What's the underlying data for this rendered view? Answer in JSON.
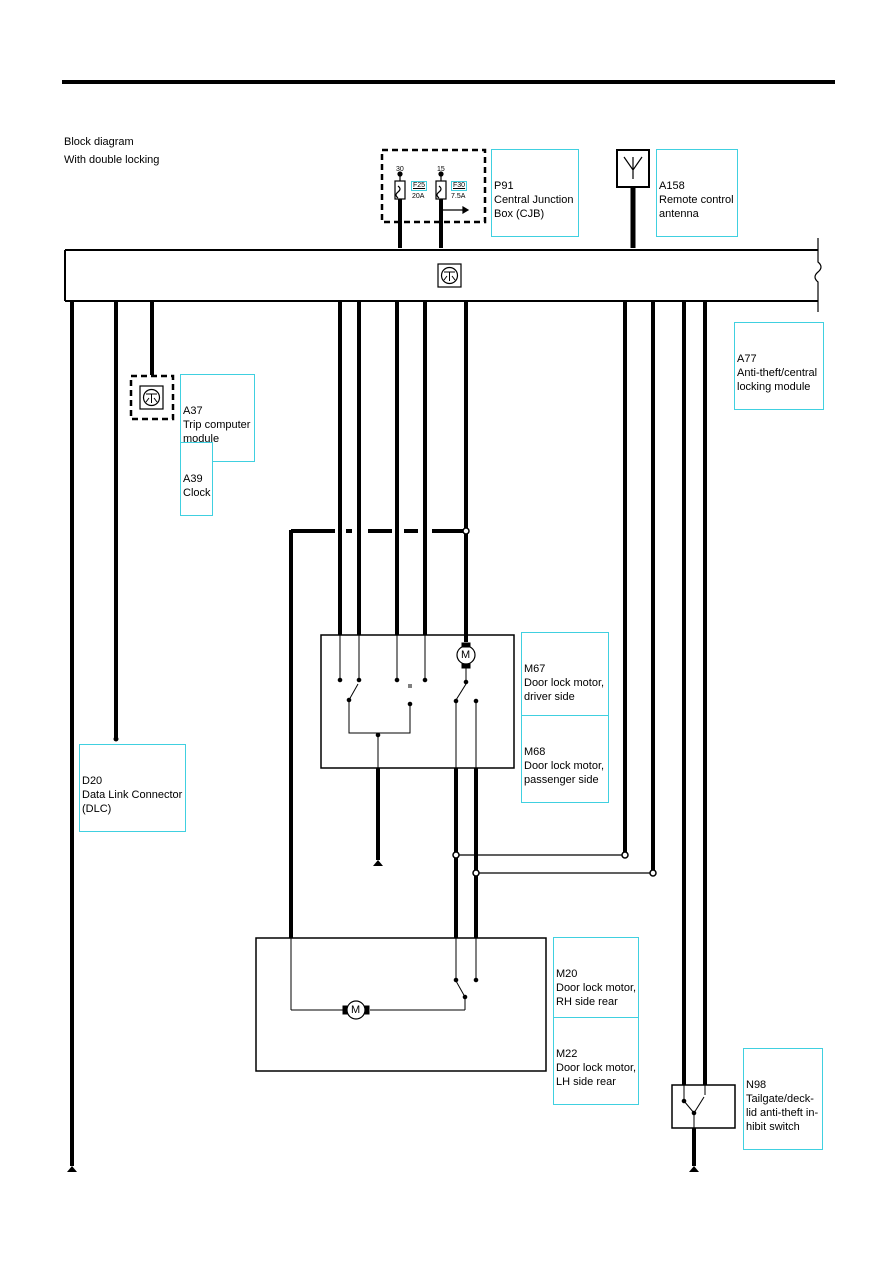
{
  "heading": {
    "title": "Block diagram",
    "subtitle": "With double locking"
  },
  "fuse_box": {
    "terminal_30": "30",
    "terminal_15": "15",
    "fuse_a_name": "F25",
    "fuse_a_rating": "20A",
    "fuse_b_name": "F30",
    "fuse_b_rating": "7.5A"
  },
  "components": {
    "p91": {
      "code": "P91",
      "lines": [
        "Central Junction",
        "Box (CJB)"
      ]
    },
    "a158": {
      "code": "A158",
      "lines": [
        "Remote control",
        "antenna"
      ]
    },
    "a77": {
      "code": "A77",
      "lines": [
        "Anti-theft/central",
        "locking module"
      ]
    },
    "a37": {
      "code": "A37",
      "lines": [
        "Trip computer",
        "module"
      ]
    },
    "a39": {
      "code": "A39",
      "lines": [
        "Clock"
      ]
    },
    "d20": {
      "code": "D20",
      "lines": [
        "Data Link Connector",
        "(DLC)"
      ]
    },
    "m67": {
      "code": "M67",
      "lines": [
        "Door lock motor,",
        "driver side"
      ]
    },
    "m68": {
      "code": "M68",
      "lines": [
        "Door lock motor,",
        "passenger side"
      ]
    },
    "m20": {
      "code": "M20",
      "lines": [
        "Door lock motor,",
        "RH side rear"
      ]
    },
    "m22": {
      "code": "M22",
      "lines": [
        "Door lock motor,",
        "LH side rear"
      ]
    },
    "n98": {
      "code": "N98",
      "lines": [
        "Tailgate/deck-",
        "lid anti-theft in-",
        "hibit switch"
      ]
    }
  },
  "symbols": {
    "motor_letter": "M"
  }
}
